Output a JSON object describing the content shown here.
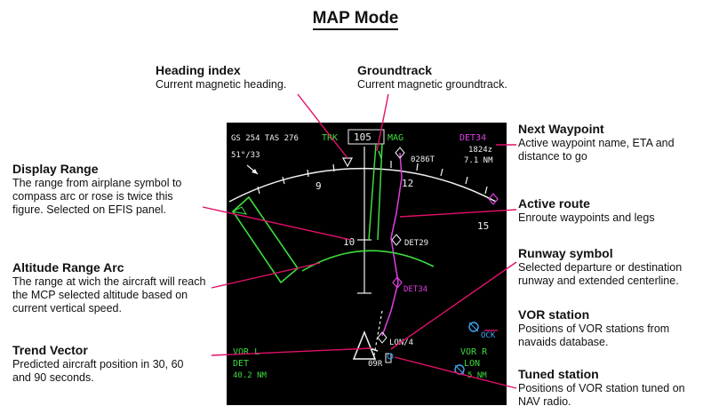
{
  "title": "MAP Mode",
  "callouts": {
    "heading_index": {
      "heading": "Heading index",
      "desc": "Current magnetic heading."
    },
    "groundtrack": {
      "heading": "Groundtrack",
      "desc": "Current magnetic groundtrack."
    },
    "next_waypoint": {
      "heading": "Next Waypoint",
      "desc": "Active waypoint name, ETA and distance to go"
    },
    "display_range": {
      "heading": "Display Range",
      "desc": "The range from airplane symbol to compass arc or rose is twice this figure. Selected on EFIS panel."
    },
    "active_route": {
      "heading": "Active route",
      "desc": "Enroute waypoints and legs"
    },
    "altitude_range_arc": {
      "heading": "Altitude Range Arc",
      "desc": "The range at wich the aircraft will reach the MCP selected altitude based on current vertical speed."
    },
    "runway_symbol": {
      "heading": "Runway symbol",
      "desc": "Selected departure or destination runway and extended centerline."
    },
    "vor_station": {
      "heading": "VOR station",
      "desc": "Positions of VOR stations from navaids database."
    },
    "trend_vector": {
      "heading": "Trend Vector",
      "desc": "Predicted aircraft position in 30, 60 and 90 seconds."
    },
    "tuned_station": {
      "heading": "Tuned station",
      "desc": "Positions of VOR station tuned on NAV radio."
    }
  },
  "display": {
    "gs_tas": "GS 254 TAS 276",
    "wind": "51°/33",
    "trk": "TRK",
    "heading": "105",
    "mag": "MAG",
    "waypoint_name": "DET34",
    "waypoint_eta": "1824z",
    "waypoint_dist": "7.1 NM",
    "course": "0286T",
    "compass_9": "9",
    "compass_12": "12",
    "compass_15": "15",
    "range": "10",
    "det29": "DET29",
    "det34_route": "DET34",
    "lon4": "LON/4",
    "rwy": "09R",
    "vor_ock": "OCK",
    "vor_l_title": "VOR L",
    "vor_l_id": "DET",
    "vor_l_dist": "40.2 NM",
    "vor_r_title": "VOR R",
    "vor_r_id": "LON",
    "vor_r_dist": "5 NM"
  },
  "colors": {
    "screen": "#000000",
    "green": "#3ddc3d",
    "magenta": "#e040e0",
    "cyan": "#3fa9f5",
    "white": "#f2f2f2",
    "leader": "#e0106a"
  }
}
